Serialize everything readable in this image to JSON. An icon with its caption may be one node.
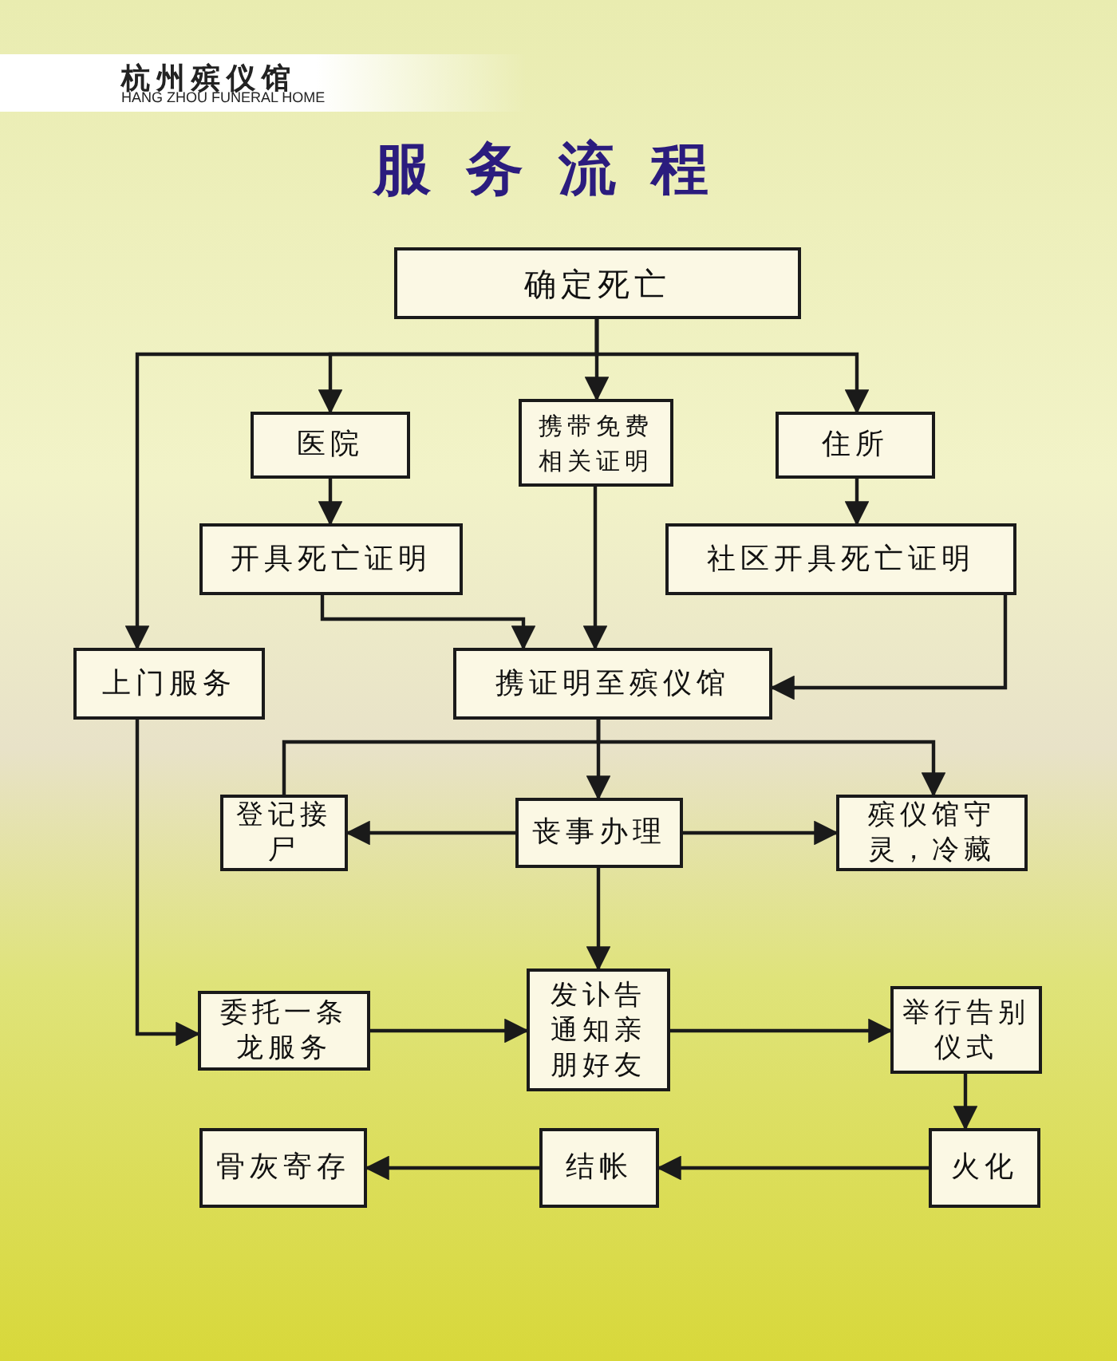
{
  "diagram": {
    "title": "服务流程",
    "nodes": [
      {
        "text": [
          "确定死亡"
        ]
      },
      {
        "text": [
          "医院"
        ]
      },
      {
        "text": [
          "携带免费相关证明"
        ]
      },
      {
        "text": [
          "住所"
        ]
      },
      {
        "text": [
          "开具死亡证明"
        ]
      },
      {
        "text": [
          "社区开具死亡证明"
        ]
      },
      {
        "text": [
          "上门服务"
        ]
      },
      {
        "text": [
          "携证明至殡仪馆"
        ]
      },
      {
        "text": [
          "登记接尸"
        ]
      },
      {
        "text": [
          "丧事办理"
        ]
      },
      {
        "text": [
          "殡仪馆守灵，冷藏"
        ]
      },
      {
        "text": [
          "委托一条龙服务"
        ]
      },
      {
        "text": [
          "发讣告通知亲朋好友"
        ]
      },
      {
        "text": [
          "举行告别仪式"
        ]
      },
      {
        "text": [
          "骨灰寄存"
        ]
      },
      {
        "text": [
          "结帐"
        ]
      },
      {
        "text": [
          "火化"
        ]
      }
    ],
    "edges": [
      {
        "from": 0,
        "to": 1,
        "arrow": "to"
      },
      {
        "from": 0,
        "to": 2,
        "arrow": "to"
      },
      {
        "from": 0,
        "to": 3,
        "arrow": "to"
      },
      {
        "from": 0,
        "to": 6,
        "arrow": "to"
      },
      {
        "from": 1,
        "to": 4,
        "arrow": "to"
      },
      {
        "from": 3,
        "to": 5,
        "arrow": "to"
      },
      {
        "from": 4,
        "to": 7,
        "arrow": "to"
      },
      {
        "from": 2,
        "to": 7,
        "arrow": "to"
      },
      {
        "from": 5,
        "to": 7,
        "arrow": "to"
      },
      {
        "from": 6,
        "to": 11,
        "arrow": "to"
      },
      {
        "from": 7,
        "to": 8,
        "arrow": "none"
      },
      {
        "from": 7,
        "to": 9,
        "arrow": "to"
      },
      {
        "from": 7,
        "to": 10,
        "arrow": "to"
      },
      {
        "from": 9,
        "to": 8,
        "arrow": "to"
      },
      {
        "from": 9,
        "to": 10,
        "arrow": "to"
      },
      {
        "from": 9,
        "to": 12,
        "arrow": "to"
      },
      {
        "from": 11,
        "to": 12,
        "arrow": "to"
      },
      {
        "from": 12,
        "to": 13,
        "arrow": "to"
      },
      {
        "from": 13,
        "to": 16,
        "arrow": "to"
      },
      {
        "from": 16,
        "to": 15,
        "arrow": "to"
      },
      {
        "from": 15,
        "to": 14,
        "arrow": "to"
      }
    ],
    "labels": [
      "杭州殡仪馆",
      "HANG ZHOU FUNERAL HOME"
    ]
  }
}
